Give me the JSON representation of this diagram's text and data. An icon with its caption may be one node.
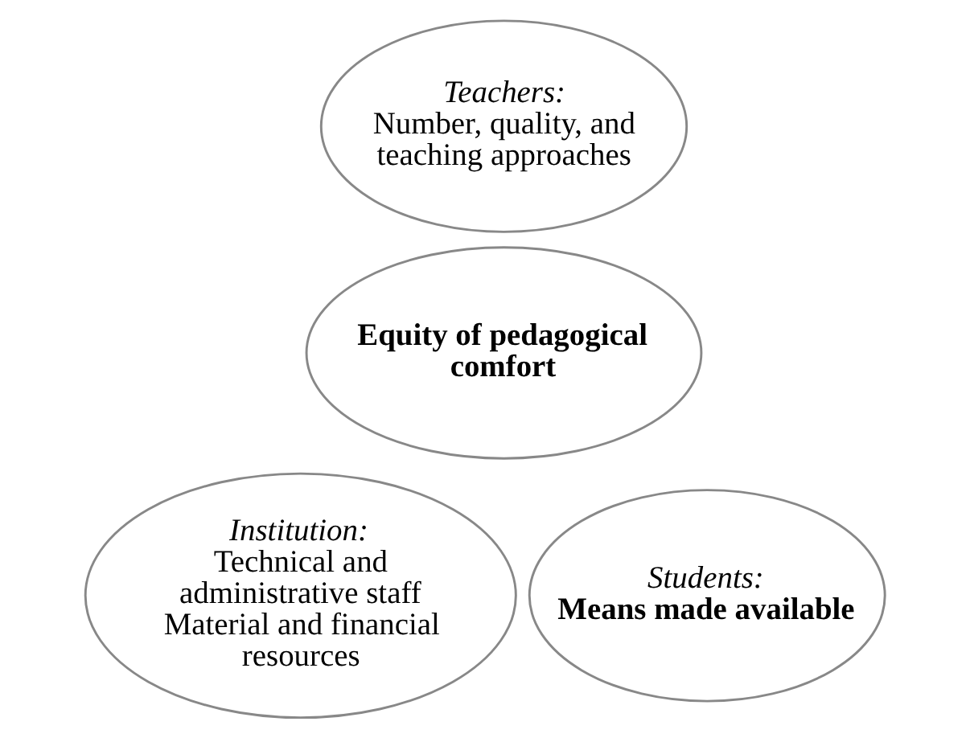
{
  "diagram": {
    "nodes": [
      {
        "text": [
          "Teachers:",
          "Number, quality, and teaching approaches"
        ]
      },
      {
        "text": [
          "Equity of pedagogical comfort"
        ]
      },
      {
        "text": [
          "Institution:",
          "Technical and administrative staff Material and financial resources"
        ]
      },
      {
        "text": [
          "Students:",
          "Means made available"
        ]
      }
    ],
    "edges": []
  }
}
